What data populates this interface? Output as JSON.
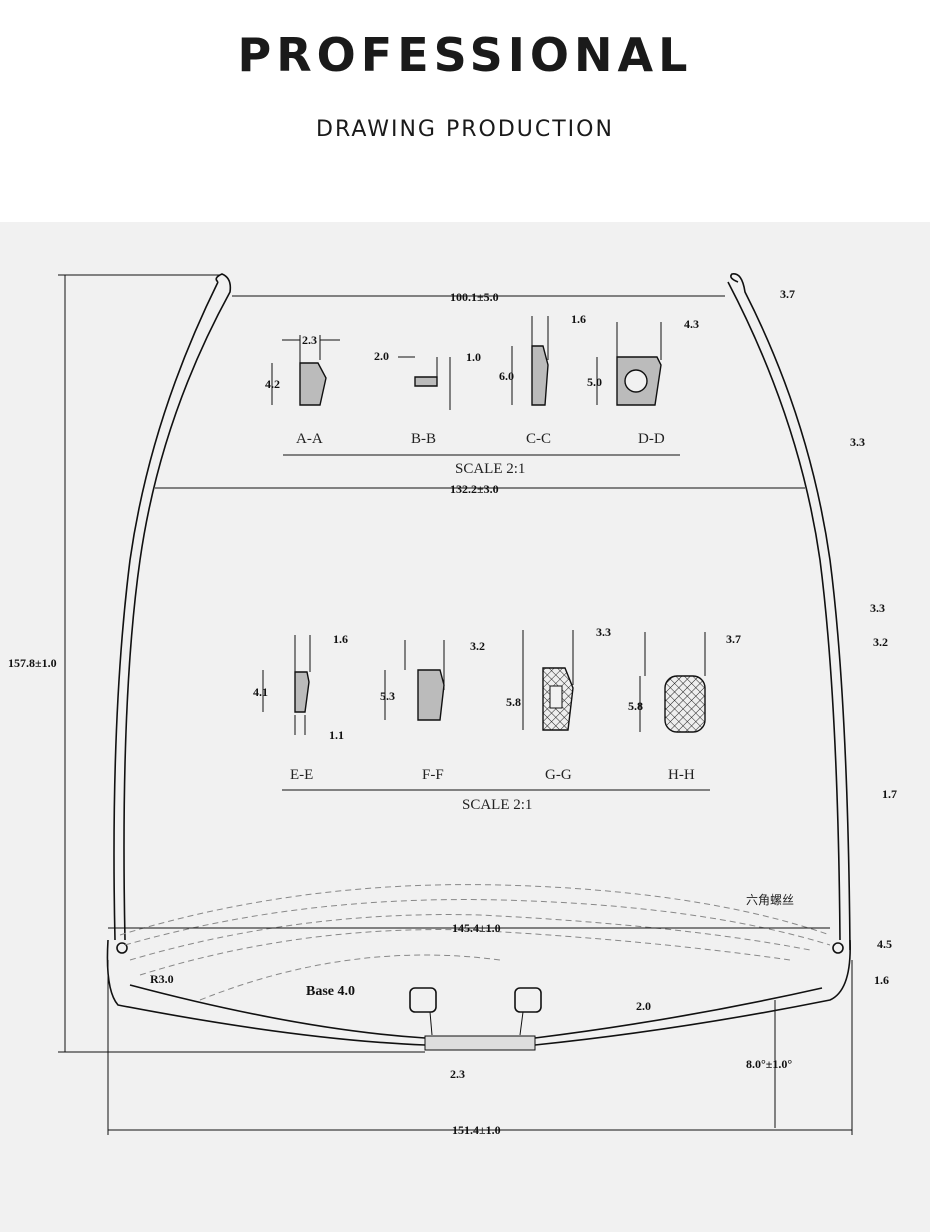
{
  "header": {
    "title": "PROFESSIONAL",
    "subtitle": "DRAWING PRODUCTION"
  },
  "drawing": {
    "top_width": "100.1±5.0",
    "temple_span": "132.2±3.0",
    "height": "157.8±1.0",
    "hinge_width": "145.4±1.0",
    "total_width": "151.4±1.0",
    "radius": "R3.0",
    "base": "Base 4.0",
    "screw_label": "六角螺丝",
    "angle": "8.0°±1.0°",
    "bridge_gap": "2.0",
    "bridge_thickness": "2.3",
    "right_dims": [
      "3.7",
      "3.3",
      "3.3",
      "3.2",
      "1.7",
      "4.5",
      "1.6"
    ],
    "sections_top": {
      "labels": [
        "A-A",
        "B-B",
        "C-C",
        "D-D"
      ],
      "scale": "SCALE 2:1",
      "a": {
        "w": "2.3",
        "h": "4.2"
      },
      "b": {
        "w": "2.0",
        "h": "1.0"
      },
      "c": {
        "w": "1.6",
        "h": "6.0"
      },
      "d": {
        "w": "4.3",
        "h": "5.0"
      }
    },
    "sections_bottom": {
      "labels": [
        "E-E",
        "F-F",
        "G-G",
        "H-H"
      ],
      "scale": "SCALE 2:1",
      "e": {
        "w": "1.6",
        "h": "4.1",
        "b": "1.1"
      },
      "f": {
        "w": "3.2",
        "h": "5.3"
      },
      "g": {
        "w": "3.3",
        "h": "5.8"
      },
      "h": {
        "w": "3.7",
        "h": "5.8"
      }
    }
  }
}
